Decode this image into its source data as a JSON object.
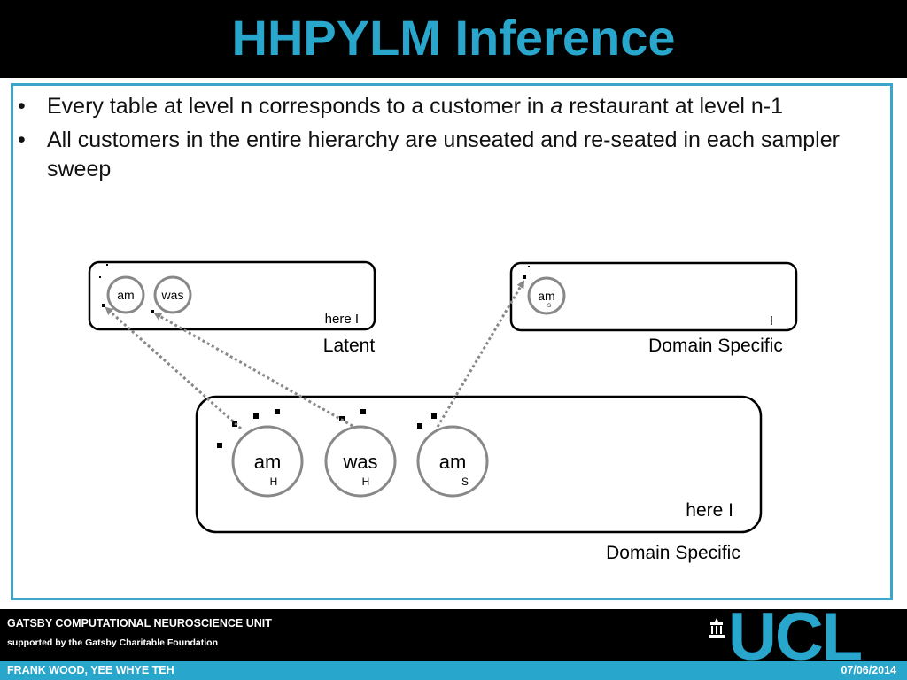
{
  "title": "HHPYLM Inference",
  "bullets": [
    {
      "text_before": "Every table at level n corresponds to a customer in ",
      "text_italic": "a",
      "text_after": " restaurant at level n-1"
    },
    {
      "text_before": "All customers in the entire hierarchy are unseated and re-seated in each sampler sweep",
      "text_italic": "",
      "text_after": ""
    }
  ],
  "bullet_symbol": "•",
  "diagram": {
    "latent": {
      "context_label": "here I",
      "caption": "Latent",
      "tables": [
        {
          "label": "am",
          "sub": ""
        },
        {
          "label": "was",
          "sub": ""
        }
      ]
    },
    "domain_top": {
      "context_label": "I",
      "caption": "Domain Specific",
      "tables": [
        {
          "label": "am",
          "sub": "S"
        }
      ]
    },
    "domain_bottom": {
      "context_label": "here I",
      "caption": "Domain Specific",
      "tables": [
        {
          "label": "am",
          "sub": "H"
        },
        {
          "label": "was",
          "sub": "H"
        },
        {
          "label": "am",
          "sub": "S"
        }
      ]
    }
  },
  "footer": {
    "unit": "GATSBY COMPUTATIONAL NEUROSCIENCE UNIT",
    "supported": "supported by the Gatsby Charitable Foundation",
    "authors": "FRANK WOOD, YEE WHYE TEH",
    "date": "07/06/2014",
    "logo_text": "UCL"
  },
  "colors": {
    "accent": "#29a6cc",
    "table_ring": "#888888",
    "arrow": "#888888"
  }
}
